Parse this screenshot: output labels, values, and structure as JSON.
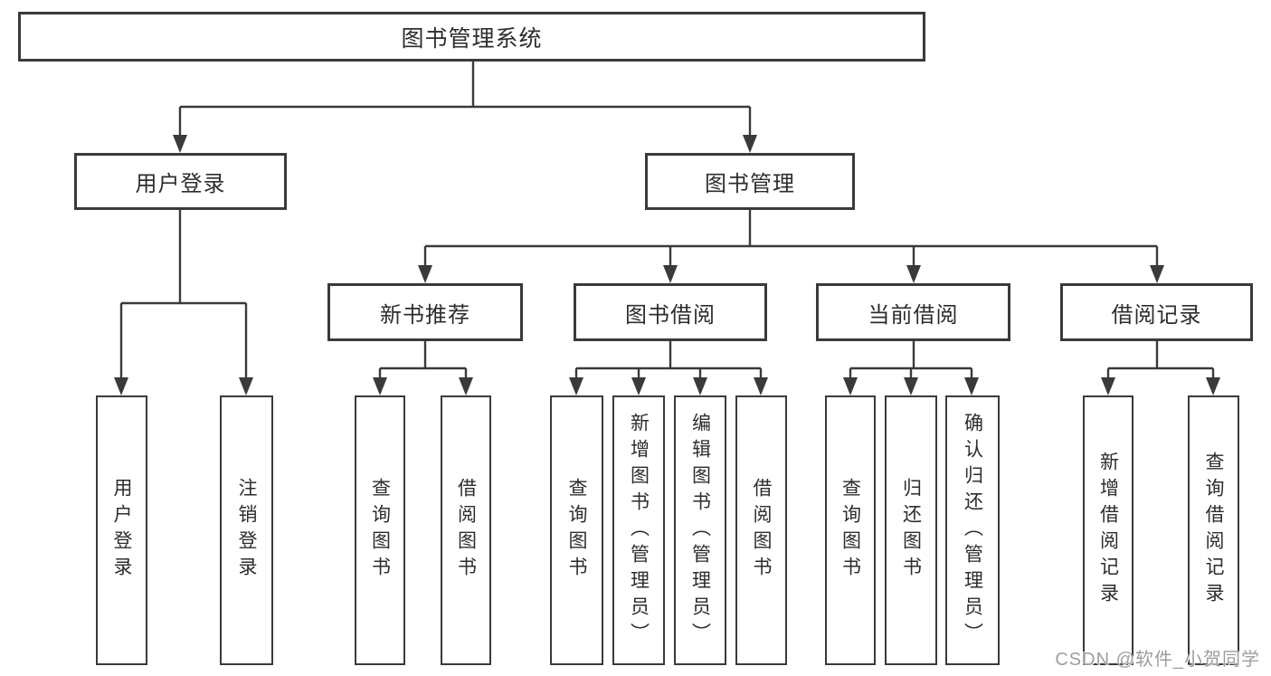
{
  "diagram": {
    "type": "hierarchy-tree",
    "root": {
      "label": "图书管理系统"
    },
    "branches": [
      {
        "label": "用户登录",
        "children": [
          {
            "label": "用户登录"
          },
          {
            "label": "注销登录"
          }
        ]
      },
      {
        "label": "图书管理",
        "children": [
          {
            "label": "新书推荐",
            "children": [
              {
                "label": "查询图书"
              },
              {
                "label": "借阅图书"
              }
            ]
          },
          {
            "label": "图书借阅",
            "children": [
              {
                "label": "查询图书"
              },
              {
                "label": "新增图书（管理员）"
              },
              {
                "label": "编辑图书（管理员）"
              },
              {
                "label": "借阅图书"
              }
            ]
          },
          {
            "label": "当前借阅",
            "children": [
              {
                "label": "查询图书"
              },
              {
                "label": "归还图书"
              },
              {
                "label": "确认归还（管理员）"
              }
            ]
          },
          {
            "label": "借阅记录",
            "children": [
              {
                "label": "新增借阅记录"
              },
              {
                "label": "查询借阅记录"
              }
            ]
          }
        ]
      }
    ]
  },
  "watermark": {
    "text": "CSDN @软件_小贺同学",
    "color": "#9e9e9e"
  },
  "colors": {
    "background": "#ffffff",
    "box_fill": "#ffffff",
    "box_border": "#3a3a3a",
    "line": "#3a3a3a",
    "text": "#2d2d2d"
  }
}
